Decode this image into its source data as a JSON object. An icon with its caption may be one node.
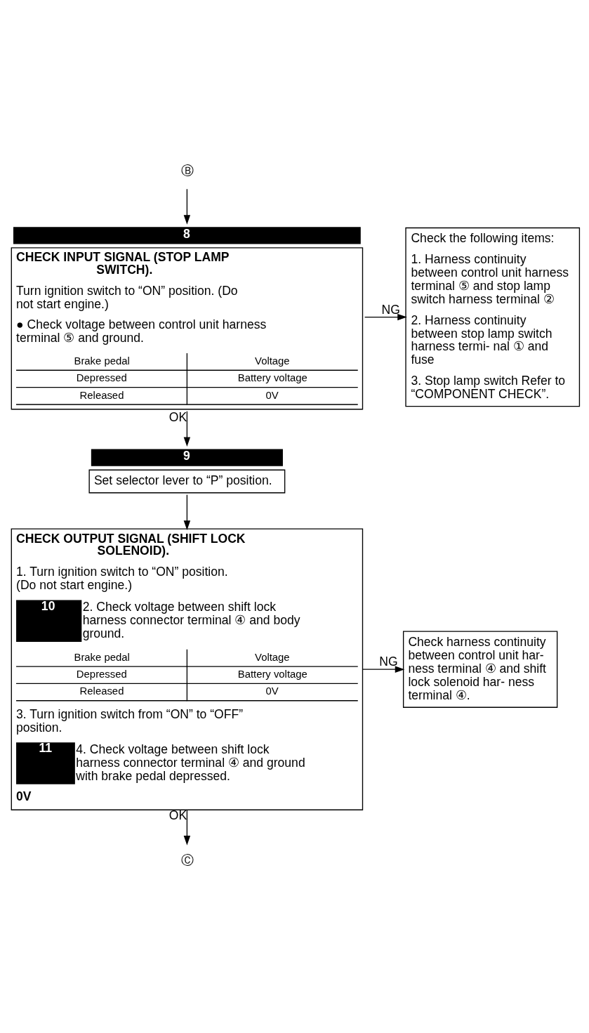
{
  "diagram": {
    "nodes": [
      {
        "text": [
          "Ⓑ"
        ]
      },
      {
        "text": [
          "CHECK INPUT SIGNAL (STOP LAMP SWITCH).",
          "Turn ignition switch to “ON” position. (Do not start engine.)",
          "● Check voltage between control unit harness terminal ⑤ and ground.",
          "Brake pedal",
          "Voltage",
          "Depressed",
          "Battery voltage",
          "Released",
          "0V"
        ],
        "beside": [
          "8"
        ]
      },
      {
        "text": [
          "Check the following items:",
          "1. Harness continuity between control unit harness terminal ⑤ and stop lamp switch harness terminal ②",
          "2. Harness continuity between stop lamp switch harness termi- nal ① and fuse",
          "3. Stop lamp switch Refer to “COMPONENT CHECK”."
        ]
      },
      {
        "text": [
          "Set selector lever to “P” position."
        ],
        "beside": [
          "9"
        ]
      },
      {
        "text": [
          "CHECK OUTPUT SIGNAL (SHIFT LOCK SOLENOID).",
          "1. Turn ignition switch to “ON” position. (Do not start engine.)",
          "10",
          "2. Check voltage between shift lock harness connector terminal ④ and body ground.",
          "Brake pedal",
          "Voltage",
          "Depressed",
          "Battery voltage",
          "Released",
          "0V",
          "3. Turn ignition switch from “ON” to “OFF” position.",
          "11",
          "4. Check voltage between shift lock harness connector terminal ④ and ground with brake pedal depressed.",
          "0V"
        ]
      },
      {
        "text": [
          "Check harness continuity between control unit har- ness terminal ④ and shift lock solenoid har- ness terminal ④."
        ]
      },
      {
        "text": [
          "Ⓒ"
        ]
      }
    ],
    "edges": [
      {
        "from": 0,
        "to": 1,
        "arrow": "to"
      },
      {
        "from": 1,
        "to": 2,
        "arrow": "to",
        "label": "NG"
      },
      {
        "from": 1,
        "to": 3,
        "arrow": "to",
        "label": "OK"
      },
      {
        "from": 3,
        "to": 4,
        "arrow": "to"
      },
      {
        "from": 4,
        "to": 5,
        "arrow": "to",
        "label": "NG"
      },
      {
        "from": 4,
        "to": 6,
        "arrow": "to",
        "label": "OK"
      }
    ]
  }
}
